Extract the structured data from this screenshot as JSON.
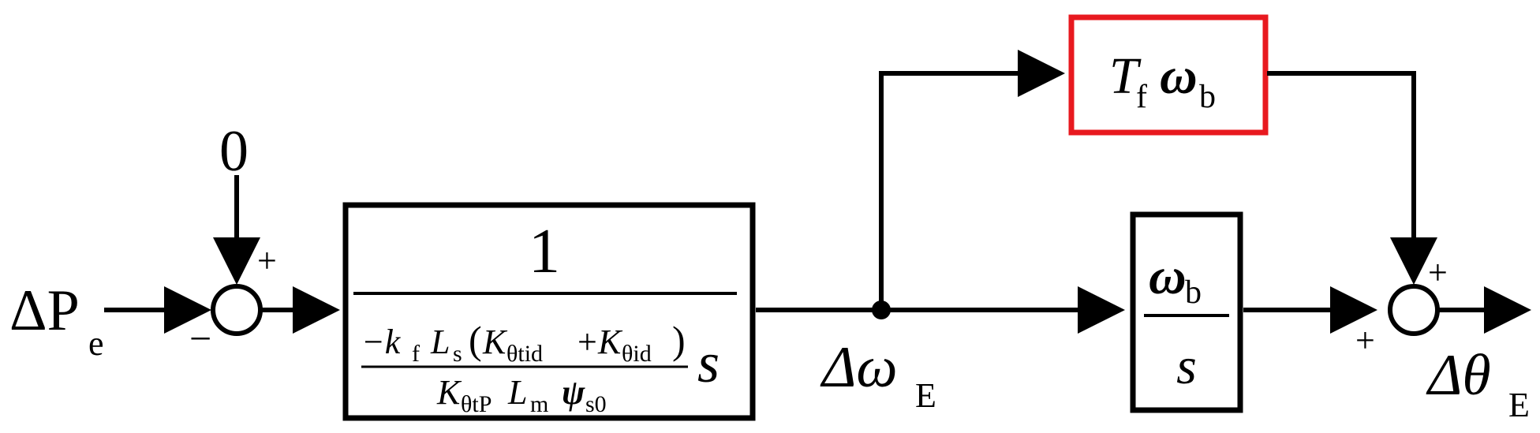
{
  "diagram": {
    "input": {
      "symbol": "ΔP",
      "sub": "e"
    },
    "reference": "0",
    "sum1": {
      "top_sign": "+",
      "left_sign": "−"
    },
    "block1": {
      "numerator": "1",
      "inner_num": {
        "prefix": "−k",
        "prefix_sub": "f",
        "L": "L",
        "L_sub": "s",
        "open": "(",
        "k1": "K",
        "k1_sub": "θtid",
        "plus": "+",
        "k2": "K",
        "k2_sub": "θid",
        "close": ")"
      },
      "inner_den": {
        "k": "K",
        "k_sub": "θtP",
        "L": "L",
        "L_sub": "m",
        "psi": "ψ",
        "psi_sub": "s0"
      },
      "s": "s"
    },
    "omega_label": {
      "symbol": "Δω",
      "sub": "E"
    },
    "feedforward_block": {
      "T": "T",
      "T_sub": "f",
      "w": "ω",
      "w_sub": "b"
    },
    "integrator_block": {
      "w": "ω",
      "w_sub": "b",
      "den": "s"
    },
    "sum2": {
      "top_sign": "+",
      "left_sign": "+"
    },
    "output": {
      "symbol": "Δθ",
      "sub": "E"
    },
    "colors": {
      "line": "#000000",
      "highlight": "#e8191f"
    }
  }
}
